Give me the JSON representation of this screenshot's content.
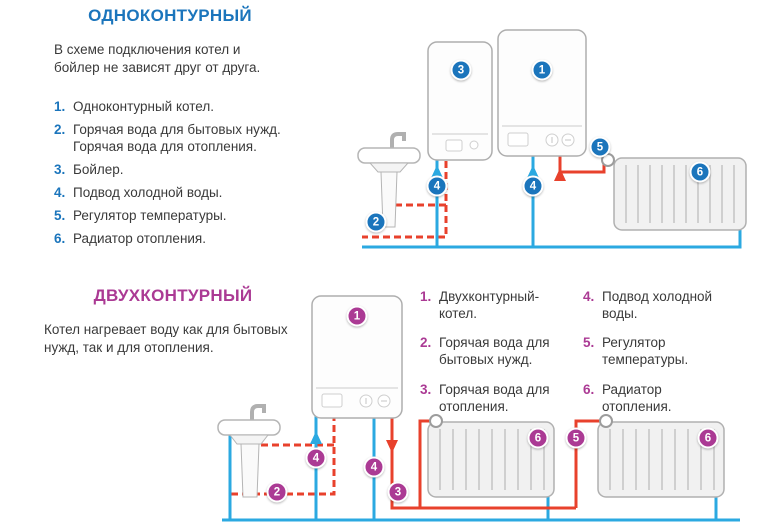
{
  "colors": {
    "accent_blue": "#1b75bc",
    "accent_magenta": "#ab3a94",
    "pipe_hot_red": "#e8412c",
    "pipe_cold_blue": "#2ba9e1"
  },
  "single": {
    "title": "ОДНОКОНТУРНЫЙ",
    "intro": "В схеме подключения котел и бойлер не зависят друг от друга.",
    "legend": [
      {
        "num": "1.",
        "text": "Одноконтурный котел."
      },
      {
        "num": "2.",
        "text": "Горячая вода для бытовых нужд. Горячая вода для отопления."
      },
      {
        "num": "3.",
        "text": "Бойлер."
      },
      {
        "num": "4.",
        "text": "Подвод холодной воды."
      },
      {
        "num": "5.",
        "text": "Регулятор температуры."
      },
      {
        "num": "6.",
        "text": "Радиатор отопления."
      }
    ],
    "badges": {
      "b1": "1",
      "b2": "2",
      "b3": "3",
      "b4a": "4",
      "b4b": "4",
      "b5": "5",
      "b6": "6"
    }
  },
  "dual": {
    "title": "ДВУХКОНТУРНЫЙ",
    "intro": "Котел нагревает воду как для бытовых нужд, так и для отопления.",
    "legend_col1": [
      {
        "num": "1.",
        "text": "Двухконтурный-котел."
      },
      {
        "num": "2.",
        "text": "Горячая вода для бытовых нужд."
      },
      {
        "num": "3.",
        "text": "Горячая вода для отопления."
      }
    ],
    "legend_col2": [
      {
        "num": "4.",
        "text": "Подвод холодной воды."
      },
      {
        "num": "5.",
        "text": "Регулятор температуры."
      },
      {
        "num": "6.",
        "text": "Радиатор отопления."
      }
    ],
    "badges": {
      "b1": "1",
      "b2": "2",
      "b3": "3",
      "b4a": "4",
      "b4b": "4",
      "b5": "5",
      "b6a": "6",
      "b6b": "6"
    }
  }
}
